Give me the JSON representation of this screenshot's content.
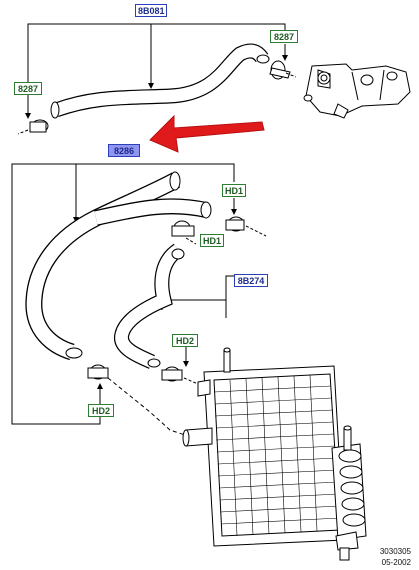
{
  "callouts": {
    "hose_upper": "8B081",
    "clip_upper_right": "8287",
    "clip_upper_left": "8287",
    "hose_group": "8286",
    "clip_hd1_top": "HD1",
    "clip_hd1_mid": "HD1",
    "hose_lower": "8B274",
    "clip_hd2_right": "HD2",
    "clip_hd2_left": "HD2"
  },
  "footer": {
    "part_number": "3030305",
    "date": "05-2002"
  },
  "colors": {
    "callout_blue": "#2b3fb8",
    "callout_blue_fill": "#8f95f0",
    "callout_green": "#2e7d32",
    "arrow_red": "#e01a1a",
    "line_black": "#000000"
  },
  "icons": {
    "highlight_arrow": "red-arrow-icon"
  }
}
